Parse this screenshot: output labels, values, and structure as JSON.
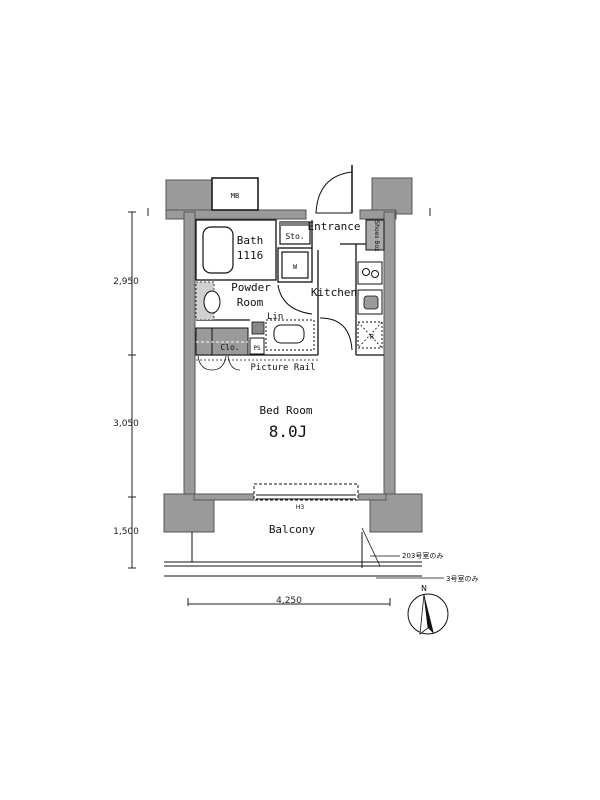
{
  "rooms": {
    "mb": "MB",
    "bath": "Bath",
    "bath_size": "1116",
    "sto": "Sto.",
    "w": "W",
    "entrance": "Entrance",
    "shoes_box": "Shoes Box",
    "kitchen": "Kitchen",
    "powder_room_1": "Powder",
    "powder_room_2": "Room",
    "lin": "Lin",
    "clo": "Clo.",
    "ps": "PS",
    "r": "R",
    "picture_rail": "Picture Rail",
    "bed_room": "Bed Room",
    "bed_room_size": "8.0J",
    "balcony": "Balcony",
    "window_label": "H3"
  },
  "dimensions": {
    "v1": "2,950",
    "v2": "3,050",
    "v3": "1,500",
    "h1": "4,250"
  },
  "notes": {
    "note_203": "203号室のみ",
    "note_3": "3号室のみ",
    "north": "N"
  },
  "colors": {
    "wall": "#9a9a9a",
    "wall_dark": "#7d7d7d",
    "fixture": "#808080",
    "line": "#111111"
  }
}
